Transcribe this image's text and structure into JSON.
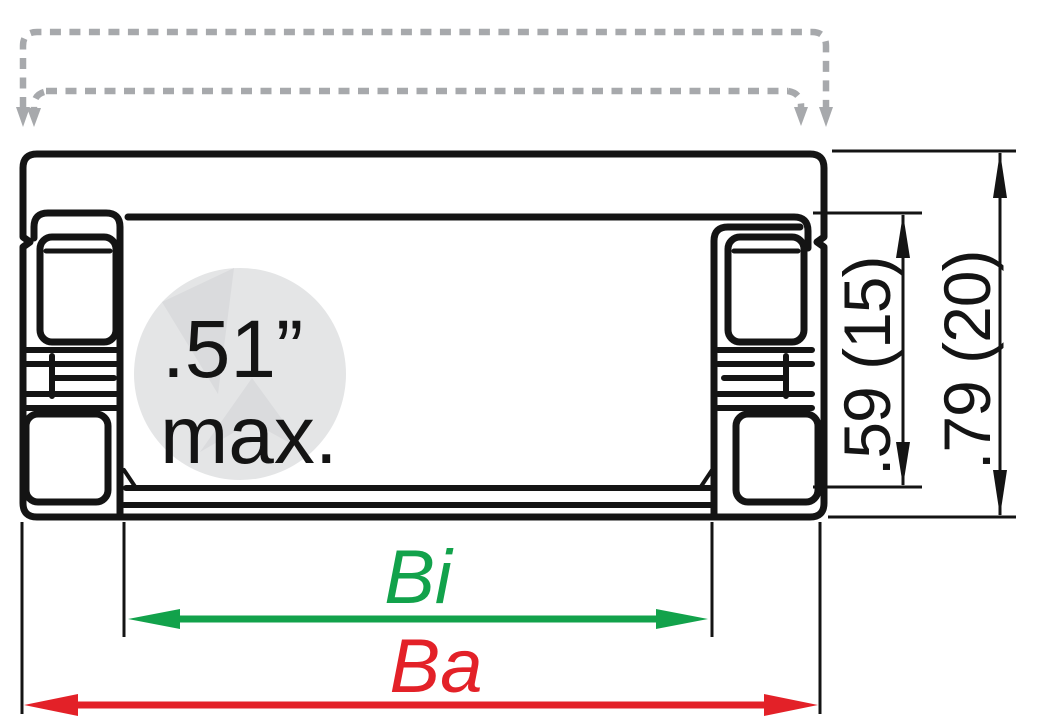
{
  "figure": {
    "type": "cross-section-dimension-drawing",
    "annotations": {
      "inner_height_label": ".59 (15)",
      "overall_height_label": ".79 (20)",
      "opening_note_line1": ".51”",
      "opening_note_line2": "max.",
      "inner_width_label": "Bi",
      "overall_width_label": "Ba"
    },
    "colors": {
      "stroke": "#141414",
      "ghost": "#a7a9ac",
      "inner_width": "#12a24b",
      "overall_width": "#e32128",
      "watermark_fill": "#e4e5e6",
      "watermark_detail": "#dadbdd"
    }
  }
}
